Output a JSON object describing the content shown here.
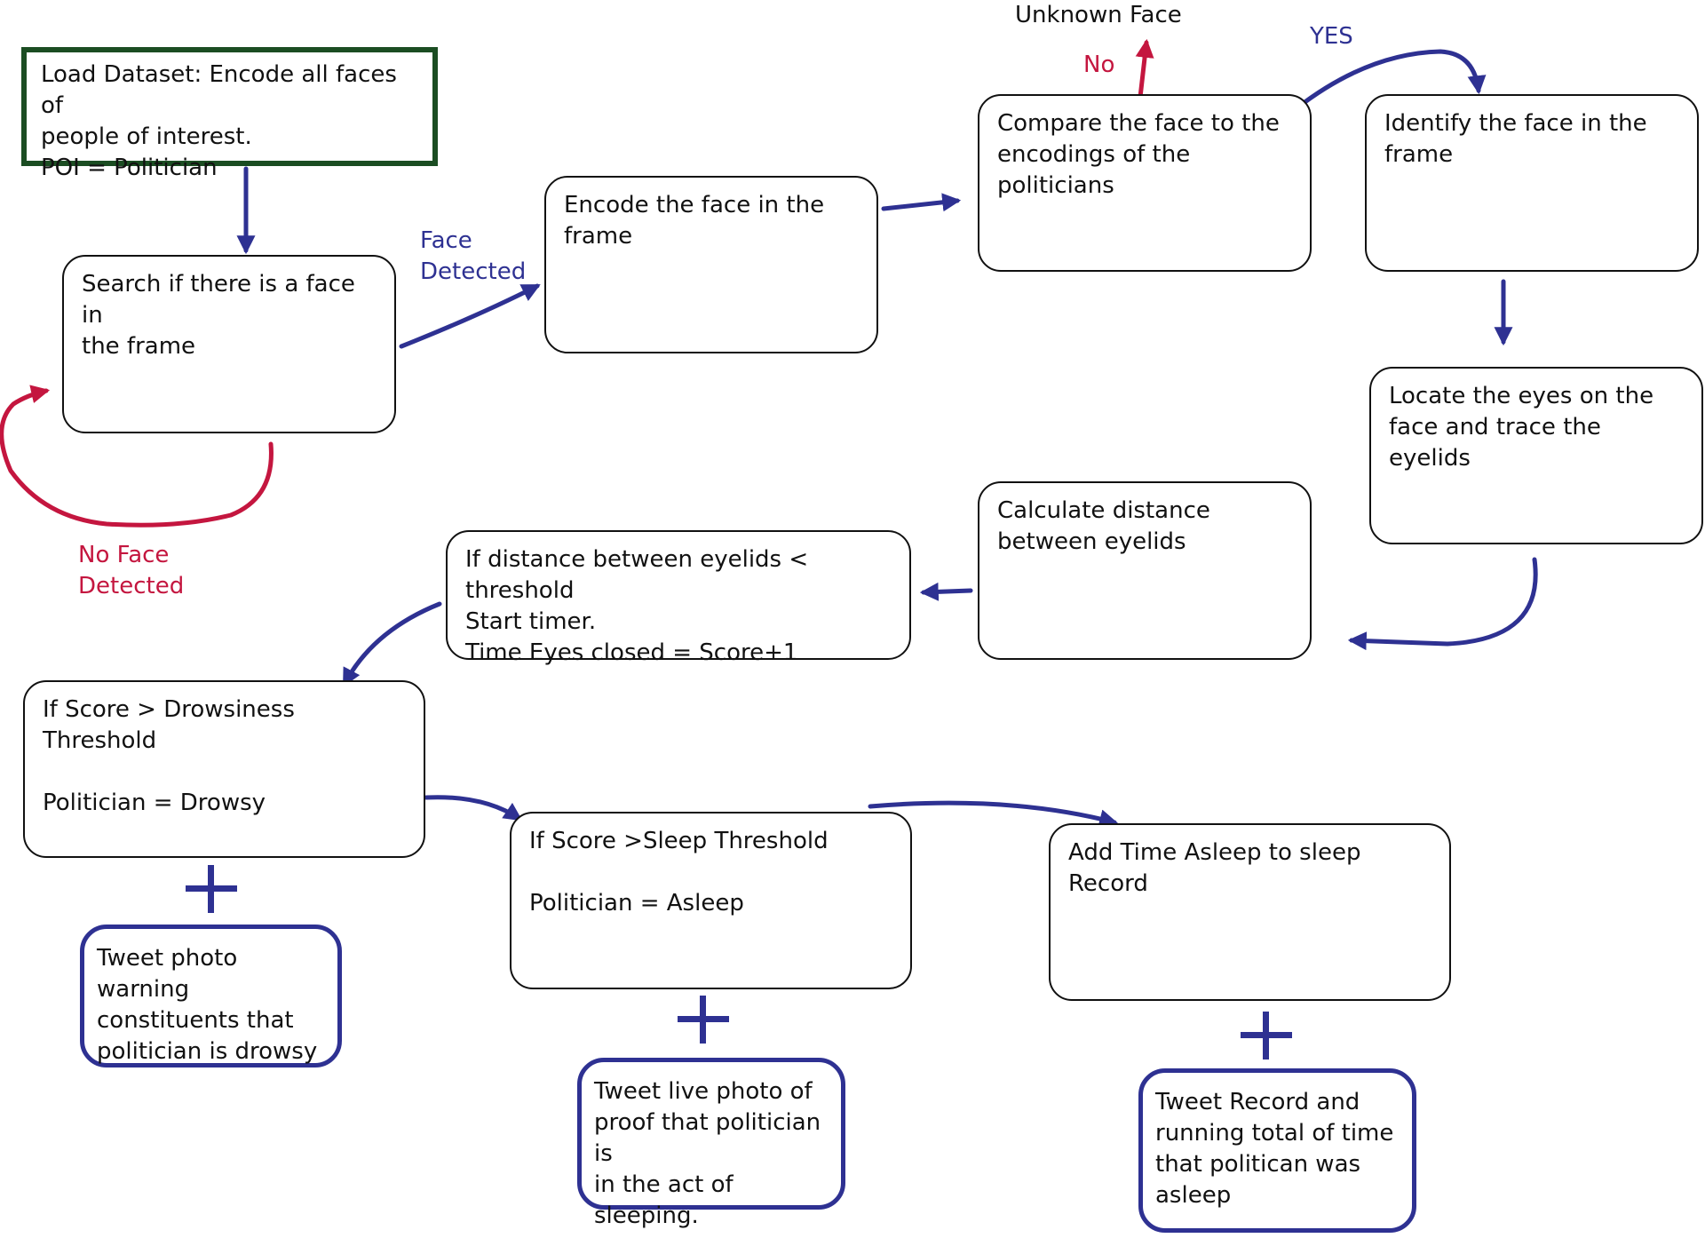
{
  "boxes": {
    "load_dataset": "Load Dataset: Encode all faces of\npeople of interest.\nPOI = Politician",
    "search_face": "Search if there is a face in\nthe frame",
    "encode_face": "Encode the face in the\nframe",
    "compare_face": "Compare the face to the\nencodings of the politicians",
    "identify_face": "Identify the face in the\nframe",
    "locate_eyes": "Locate the eyes on the\nface and trace the eyelids",
    "calculate_distance": "Calculate distance\nbetween eyelids",
    "distance_threshold": "If distance between eyelids < threshold\nStart timer.\nTime Eyes closed = Score+1",
    "drowsiness_threshold": "If Score > Drowsiness Threshold\n\nPolitician = Drowsy",
    "sleep_threshold": "If Score >Sleep Threshold\n\nPolitician = Asleep",
    "add_time_asleep": "Add Time Asleep to sleep Record",
    "tweet_drowsy": "Tweet photo warning\nconstituents that\npolitician is drowsy",
    "tweet_sleeping": "Tweet live photo of\nproof that politician is\nin the act of sleeping.",
    "tweet_record": "Tweet Record and\nrunning total of time\nthat politican was\nasleep"
  },
  "labels": {
    "face_detected": "Face\nDetected",
    "no_face_detected": "No Face\nDetected",
    "unknown_face": "Unknown Face",
    "no": "No",
    "yes": "YES"
  },
  "colors": {
    "flow_arrow": "#2e3192",
    "loop_arrow": "#c4163f",
    "start_border": "#1b4d22",
    "box_border": "#111111"
  }
}
